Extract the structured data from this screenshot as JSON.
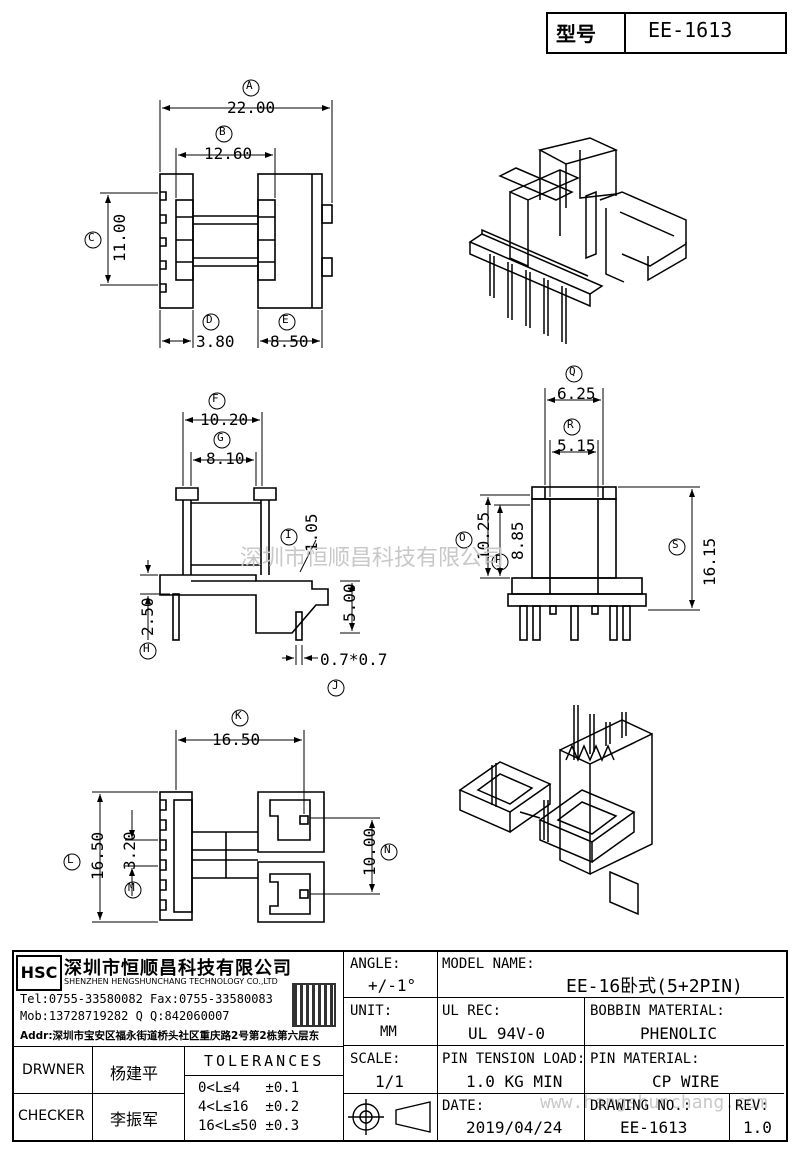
{
  "header": {
    "model_label": "型号",
    "model_value": "EE-1613"
  },
  "dims": {
    "A": {
      "letter": "A",
      "value": "22.00"
    },
    "B": {
      "letter": "B",
      "value": "12.60"
    },
    "C": {
      "letter": "C",
      "value": "11.00"
    },
    "D": {
      "letter": "D",
      "value": "3.80"
    },
    "E": {
      "letter": "E",
      "value": "8.50"
    },
    "F": {
      "letter": "F",
      "value": "10.20"
    },
    "G": {
      "letter": "G",
      "value": "8.10"
    },
    "H": {
      "letter": "H",
      "value": "2.50"
    },
    "I": {
      "letter": "I",
      "value": "1.05"
    },
    "five": {
      "value": "5.00"
    },
    "J": {
      "letter": "J",
      "value": "0.7*0.7"
    },
    "K": {
      "letter": "K",
      "value": "16.50"
    },
    "L": {
      "letter": "L",
      "value": "16.50"
    },
    "M": {
      "letter": "M",
      "value": "3.20"
    },
    "N": {
      "letter": "N",
      "value": "10.00"
    },
    "O": {
      "letter": "O",
      "value": "10.25"
    },
    "P": {
      "letter": "P",
      "value": "8.85"
    },
    "Q": {
      "letter": "Q",
      "value": "6.25"
    },
    "R": {
      "letter": "R",
      "value": "5.15"
    },
    "S": {
      "letter": "S",
      "value": "16.15"
    }
  },
  "watermark": {
    "center": "深圳市恒顺昌科技有限公司",
    "bottom": "www.hengshunchang.com"
  },
  "company": {
    "logo": "HSC",
    "name_cn": "深圳市恒顺昌科技有限公司",
    "name_en": "SHENZHEN HENGSHUNCHANG TECHNOLOGY CO.,LTD",
    "tel": "Tel:0755-33580082 Fax:0755-33580083",
    "mob": "Mob:13728719282    Q  Q:842060007",
    "addr": "Addr:深圳市宝安区福永街道桥头社区重庆路2号第2栋第六层东"
  },
  "title_block": {
    "angle_label": "ANGLE:",
    "angle_value": "+/-1°",
    "model_name_label": "MODEL NAME:",
    "model_name_value": "EE-16卧式(5+2PIN)",
    "unit_label": "UNIT:",
    "unit_value": "MM",
    "ul_rec_label": "UL REC:",
    "ul_rec_value": "UL 94V-0",
    "bobbin_label": "BOBBIN MATERIAL:",
    "bobbin_value": "PHENOLIC",
    "scale_label": "SCALE:",
    "scale_value": "1/1",
    "pin_tension_label": "PIN TENSION LOAD:",
    "pin_tension_value": "1.0 KG MIN",
    "pin_material_label": "PIN MATERIAL:",
    "pin_material_value": "CP WIRE",
    "date_label": "DATE:",
    "date_value": "2019/04/24",
    "drawing_no_label": "DRAWING NO.:",
    "drawing_no_value": "EE-1613",
    "rev_label": "REV:",
    "rev_value": "1.0",
    "drawer_label": "DRWNER",
    "drawer_value": "杨建平",
    "checker_label": "CHECKER",
    "checker_value": "李振军",
    "tolerances_label": "TOLERANCES",
    "tol_rows": [
      "0<L≤4   ±0.1",
      "4<L≤16  ±0.2",
      "16<L≤50 ±0.3"
    ]
  }
}
